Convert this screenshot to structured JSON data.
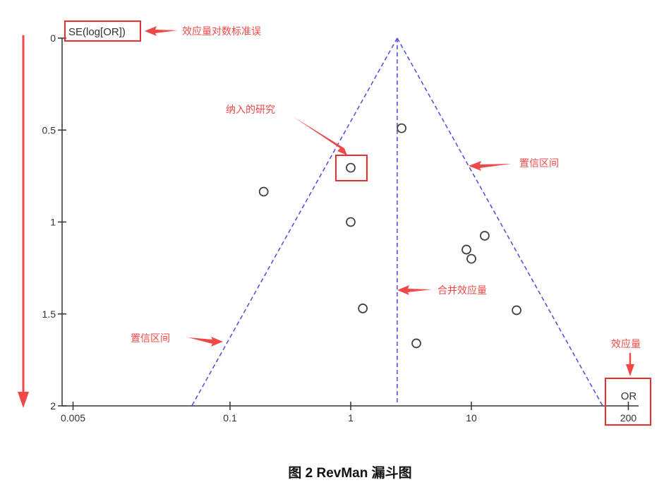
{
  "chart_data": {
    "type": "scatter",
    "subtype": "funnel-plot",
    "title": "图 2 RevMan 漏斗图",
    "xlabel": "OR",
    "ylabel": "SE(log[OR])",
    "x_scale": "log",
    "xlim": [
      0.005,
      200
    ],
    "ylim": [
      0,
      2
    ],
    "y_inverted": true,
    "x_ticks": [
      {
        "v": 0.005,
        "label": "0.005"
      },
      {
        "v": 0.1,
        "label": "0.1"
      },
      {
        "v": 1,
        "label": "1"
      },
      {
        "v": 10,
        "label": "10"
      },
      {
        "v": 200,
        "label": "200"
      }
    ],
    "y_ticks": [
      {
        "v": 0,
        "label": "0"
      },
      {
        "v": 0.5,
        "label": "0.5"
      },
      {
        "v": 1,
        "label": "1"
      },
      {
        "v": 1.5,
        "label": "1.5"
      },
      {
        "v": 2,
        "label": "2"
      }
    ],
    "pooled_or": 2.43,
    "ci_z": 1.96,
    "points": [
      {
        "or": 2.64,
        "se": 0.49
      },
      {
        "or": 1.0,
        "se": 0.705
      },
      {
        "or": 0.19,
        "se": 0.835
      },
      {
        "or": 1.0,
        "se": 1.0
      },
      {
        "or": 12.9,
        "se": 1.075
      },
      {
        "or": 9.1,
        "se": 1.15
      },
      {
        "or": 10.0,
        "se": 1.2
      },
      {
        "or": 1.26,
        "se": 1.47
      },
      {
        "or": 23.7,
        "se": 1.48
      },
      {
        "or": 3.5,
        "se": 1.66
      }
    ],
    "annotations": {
      "se_label": "效应量对数标准误",
      "included_studies": "纳入的研究",
      "ci_right": "置信区间",
      "ci_left": "置信区间",
      "pooled": "合并效应量",
      "effect_size": "效应量"
    },
    "colors": {
      "funnel": "#5555dd",
      "annotation": "#f04848",
      "axis": "#333333"
    }
  }
}
